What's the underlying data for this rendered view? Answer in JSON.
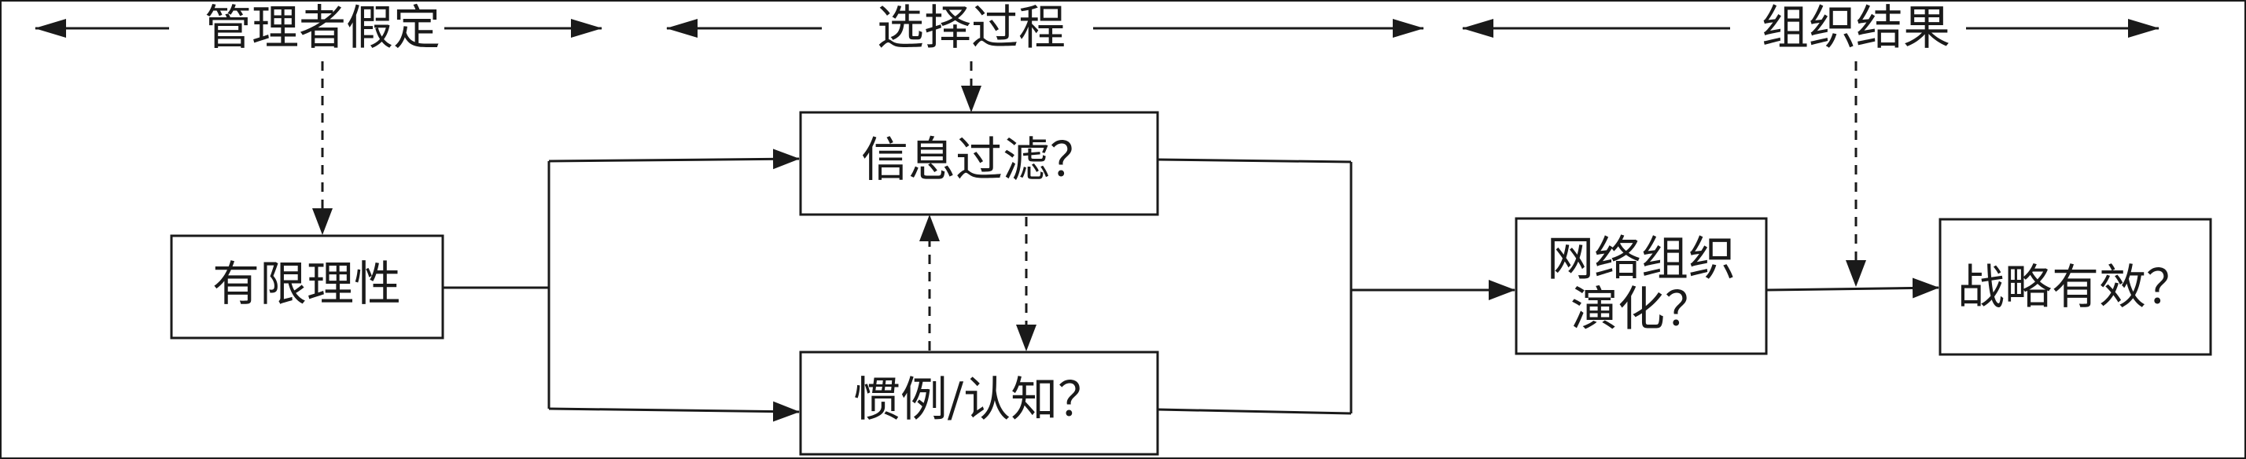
{
  "headers": {
    "assumption": "管理者假定",
    "process": "选择过程",
    "outcome": "组织结果"
  },
  "boxes": {
    "bounded_rationality": "有限理性",
    "info_filtering": "信息过滤？",
    "routine_cognition": "惯例/认知？",
    "network_evolution_line1": "网络组织",
    "network_evolution_line2": "演化？",
    "strategy_effective": "战略有效？"
  },
  "colors": {
    "stroke": "#1a1a1a",
    "background": "#ffffff"
  }
}
